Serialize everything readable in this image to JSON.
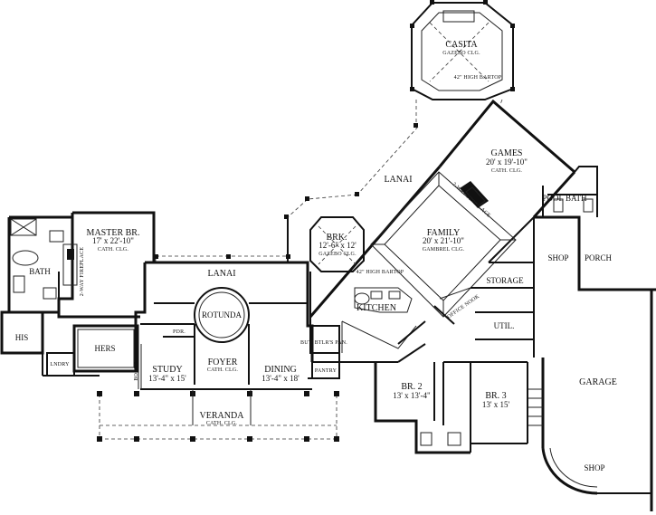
{
  "rooms": {
    "casita": {
      "name": "CASITA",
      "note": "GAZEBO CLG.",
      "bartop": "42\" HIGH BARTOP"
    },
    "games": {
      "name": "GAMES",
      "dims": "20' x 19'-10\"",
      "note": "CATH. CLG."
    },
    "lanai_upper": {
      "name": "LANAI"
    },
    "two_way_fireplace_games": {
      "label": "2-WAY FIREPLACE"
    },
    "pool_bath": {
      "name": "POOL BATH"
    },
    "brk": {
      "name": "BRK.",
      "dims": "12'-6\" x 12'",
      "note": "GAZEBO CLG."
    },
    "family": {
      "name": "FAMILY",
      "dims": "20' x 21'-10\"",
      "note": "GAMBREL CLG."
    },
    "kitchen": {
      "name": "KITCHEN",
      "bartop": "42\" HIGH BARTOP"
    },
    "shop_top": {
      "name": "SHOP"
    },
    "porch": {
      "name": "PORCH"
    },
    "storage": {
      "name": "STORAGE"
    },
    "office_nook": {
      "name": "OFFICE NOOK"
    },
    "util": {
      "name": "UTIL."
    },
    "garage": {
      "name": "GARAGE"
    },
    "shop_bottom": {
      "name": "SHOP"
    },
    "master": {
      "name": "MASTER BR.",
      "dims": "17' x 22'-10\"",
      "note": "CATH. CLG."
    },
    "bath": {
      "name": "BATH"
    },
    "his": {
      "name": "HIS"
    },
    "hers": {
      "name": "HERS"
    },
    "lndry": {
      "name": "LNDRY"
    },
    "two_way_fireplace_master": {
      "label": "2-WAY FIREPLACE"
    },
    "lanai_lower": {
      "name": "LANAI"
    },
    "rotunda": {
      "name": "ROTUNDA"
    },
    "pdr": {
      "name": "PDR."
    },
    "butlers": {
      "name": "BUT. BTLR'S PAN."
    },
    "pantry": {
      "name": "PANTRY"
    },
    "study": {
      "name": "STUDY",
      "dims": "13'-4\" x 15'"
    },
    "books": {
      "label": "BOOKS"
    },
    "foyer": {
      "name": "FOYER",
      "note": "CATH. CLG."
    },
    "dining": {
      "name": "DINING",
      "dims": "13'-4\" x 18'"
    },
    "veranda": {
      "name": "VERANDA",
      "note": "CATH. CLG."
    },
    "br2": {
      "name": "BR. 2",
      "dims": "13' x 13'-4\""
    },
    "br3": {
      "name": "BR. 3",
      "dims": "13' x 15'"
    }
  }
}
